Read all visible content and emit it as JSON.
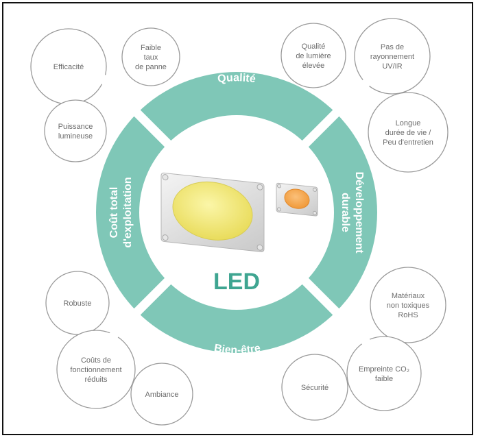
{
  "colors": {
    "ring": "#7fc7b7",
    "ring_text": "#ffffff",
    "center_label": "#3fa591",
    "bubble_stroke": "#9a9a9a",
    "bubble_text": "#6b6b6b"
  },
  "center": {
    "label": "LED",
    "image": "led-chip-icons"
  },
  "segments": {
    "top": "Qualité",
    "left": [
      "Coût total",
      "d'exploitation"
    ],
    "right": [
      "Développement",
      "durable"
    ],
    "bottom": "Bien-être"
  },
  "bubbles": [
    {
      "id": "efficacite",
      "lines": [
        "Efficacité"
      ]
    },
    {
      "id": "faible-taux-de-panne",
      "lines": [
        "Faible",
        "taux",
        "de panne"
      ]
    },
    {
      "id": "puissance-lumineuse",
      "lines": [
        "Puissance",
        "lumineuse"
      ]
    },
    {
      "id": "qualite-de-lumiere",
      "lines": [
        "Qualité",
        "de lumière",
        "élevée"
      ]
    },
    {
      "id": "pas-de-rayonnement",
      "lines": [
        "Pas de",
        "rayonnement",
        "UV/IR"
      ]
    },
    {
      "id": "longue-duree-de-vie",
      "lines": [
        "Longue",
        "durée de vie /",
        "Peu d'entretien"
      ]
    },
    {
      "id": "robuste",
      "lines": [
        "Robuste"
      ]
    },
    {
      "id": "couts-de-fonctionnement",
      "lines": [
        "Coûts de",
        "fonctionnement",
        "réduits"
      ]
    },
    {
      "id": "ambiance",
      "lines": [
        "Ambiance"
      ]
    },
    {
      "id": "materiaux-non-toxiques",
      "lines": [
        "Matériaux",
        "non toxiques",
        "RoHS"
      ]
    },
    {
      "id": "empreinte-co2",
      "lines": [
        "Empreinte CO₂",
        "faible"
      ]
    },
    {
      "id": "securite",
      "lines": [
        "Sécurité"
      ]
    }
  ]
}
